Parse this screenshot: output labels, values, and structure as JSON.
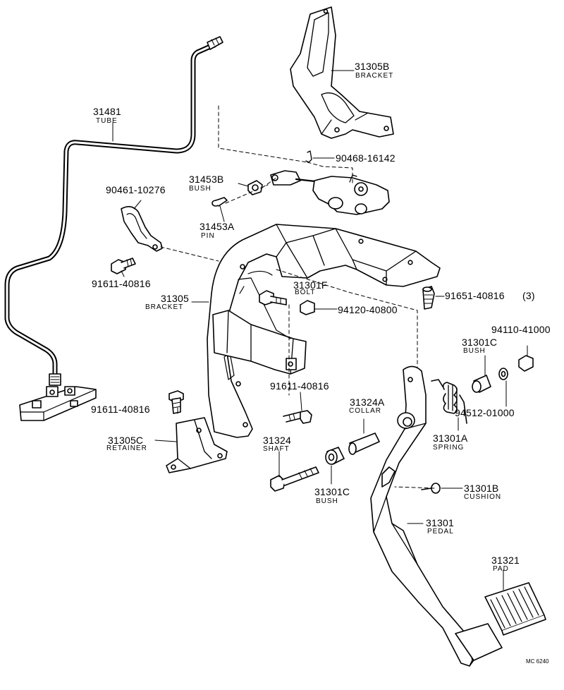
{
  "parts": [
    {
      "id": "p31481",
      "number": "31481",
      "name": "TUBE"
    },
    {
      "id": "p31305B",
      "number": "31305B",
      "name": "BRACKET"
    },
    {
      "id": "p90468",
      "number": "90468-16142"
    },
    {
      "id": "p31453B",
      "number": "31453B",
      "name": "BUSH"
    },
    {
      "id": "p90461",
      "number": "90461-10276"
    },
    {
      "id": "p31453A",
      "number": "31453A",
      "name": "PIN"
    },
    {
      "id": "p91611a",
      "number": "91611-40816"
    },
    {
      "id": "p31301F",
      "number": "31301F",
      "name": "BOLT"
    },
    {
      "id": "p31305",
      "number": "31305",
      "name": "BRACKET"
    },
    {
      "id": "p91651",
      "number": "91651-40816",
      "note": "(3)"
    },
    {
      "id": "p94120",
      "number": "94120-40800"
    },
    {
      "id": "p94110",
      "number": "94110-41000"
    },
    {
      "id": "p31301Cu",
      "number": "31301C",
      "name": "BUSH"
    },
    {
      "id": "p91611b",
      "number": "91611-40816"
    },
    {
      "id": "p91611c",
      "number": "91611-40816"
    },
    {
      "id": "p31324A",
      "number": "31324A",
      "name": "COLLAR"
    },
    {
      "id": "p94512",
      "number": "94512-01000"
    },
    {
      "id": "p31301A",
      "number": "31301A",
      "name": "SPRING"
    },
    {
      "id": "p31305C",
      "number": "31305C",
      "name": "RETAINER"
    },
    {
      "id": "p31324",
      "number": "31324",
      "name": "SHAFT"
    },
    {
      "id": "p31301B",
      "number": "31301B",
      "name": "CUSHION"
    },
    {
      "id": "p31301Cl",
      "number": "31301C",
      "name": "BUSH"
    },
    {
      "id": "p31301",
      "number": "31301",
      "name": "PEDAL"
    },
    {
      "id": "p31321",
      "number": "31321",
      "name": "PAD"
    }
  ],
  "drawing_ref": "MC 6240"
}
